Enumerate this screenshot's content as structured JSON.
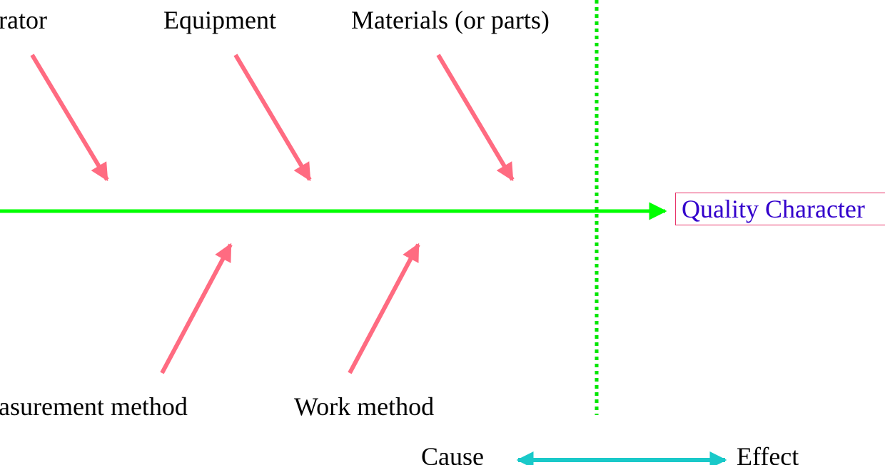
{
  "labels": {
    "operator": "rator",
    "equipment": "Equipment",
    "materials": "Materials (or parts)",
    "measurement_method": "asurement method",
    "work_method": "Work method",
    "quality_characteristic": "Quality Character",
    "cause": "Cause",
    "effect": "Effect"
  },
  "colors": {
    "spine": "#00ff00",
    "bones": "#ff6b81",
    "divider": "#00e600",
    "cause_effect_arrow": "#19c9c9",
    "quality_box_border": "#e8356b",
    "quality_text": "#3300cc"
  }
}
